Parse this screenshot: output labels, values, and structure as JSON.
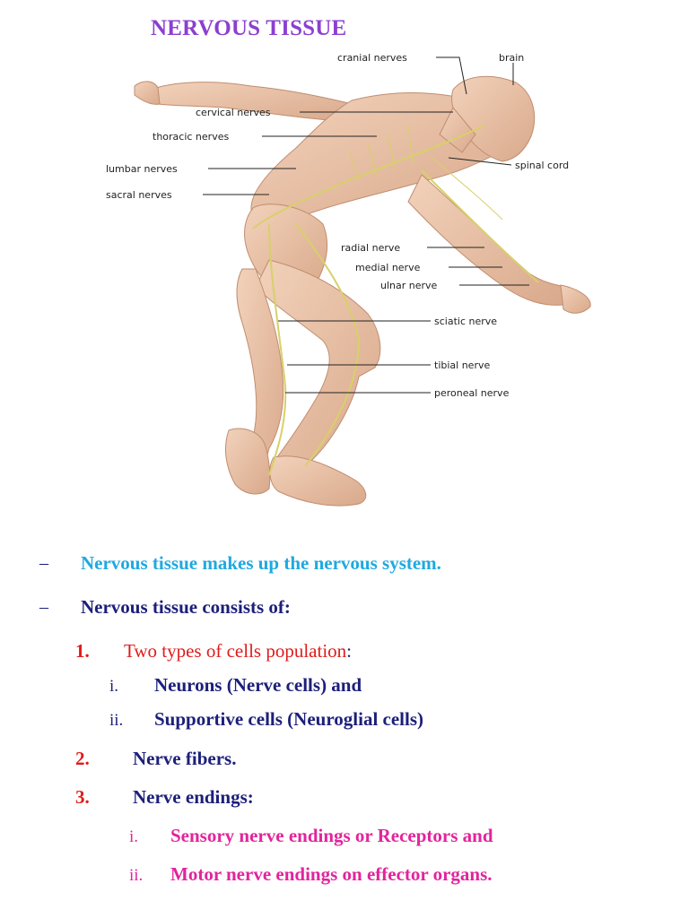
{
  "title": "NERVOUS TISSUE",
  "figure_labels": {
    "cranial": "cranial nerves",
    "brain": "brain",
    "cervical": "cervical nerves",
    "thoracic": "thoracic nerves",
    "lumbar": "lumbar nerves",
    "sacral": "sacral nerves",
    "spinal": "spinal cord",
    "radial": "radial nerve",
    "medial": "medial nerve",
    "ulnar": "ulnar nerve",
    "sciatic": "sciatic nerve",
    "tibial": "tibial nerve",
    "peroneal": "peroneal nerve"
  },
  "bullets": [
    {
      "dash": "–",
      "text": "Nervous tissue makes up the nervous system."
    },
    {
      "dash": "–",
      "text": "Nervous tissue consists of:"
    }
  ],
  "items": {
    "n1": "1.",
    "t1": "Two types of cells population",
    "t1_colon": ":",
    "i1": "i.",
    "s1": "Neurons (Nerve cells) and",
    "i2": "ii.",
    "s2": "Supportive cells (Neuroglial cells)",
    "n2": "2.",
    "t2": "Nerve fibers.",
    "n3": "3.",
    "t3": "Nerve endings:",
    "i3": "i.",
    "s3": "Sensory nerve endings or Receptors and",
    "i4": "ii.",
    "s4": "Motor nerve endings on effector organs."
  },
  "colors": {
    "title": "#8b3fd1",
    "cyan": "#1fa9e0",
    "navy": "#1c1f7a",
    "red": "#e01b1b",
    "magenta": "#e2249c",
    "skin": "#e9c3a6",
    "skin_shadow": "#cf9f82",
    "nerve": "#d8d06a"
  }
}
